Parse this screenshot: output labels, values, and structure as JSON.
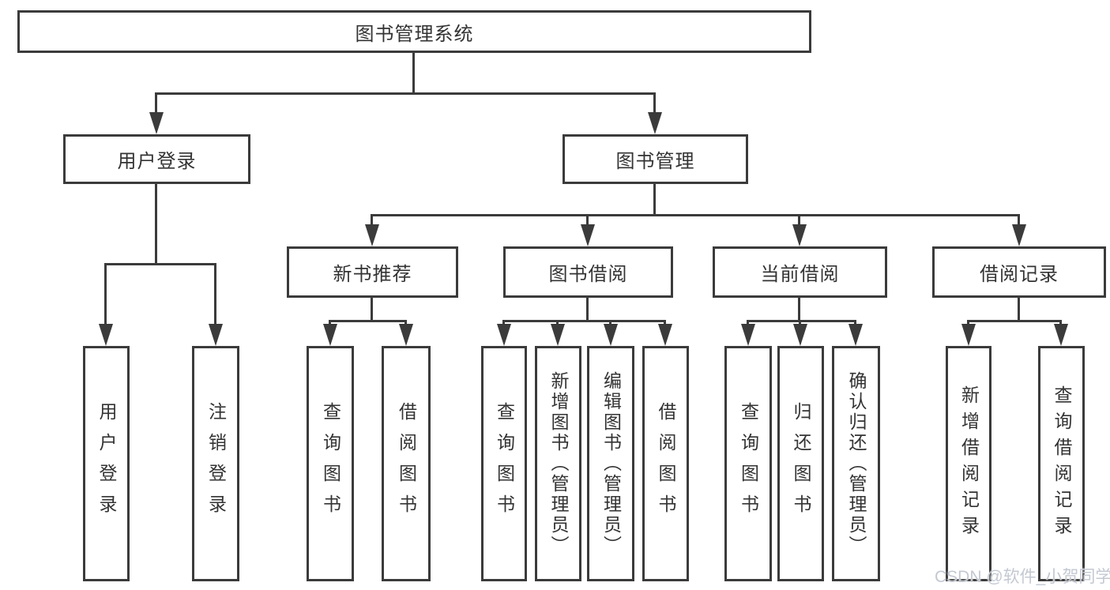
{
  "tree": {
    "root": {
      "label": "图书管理系统",
      "children": [
        {
          "label": "用户登录",
          "children": [
            {
              "label": "用户登录"
            },
            {
              "label": "注销登录"
            }
          ]
        },
        {
          "label": "图书管理",
          "children": [
            {
              "label": "新书推荐",
              "children": [
                {
                  "label": "查询图书"
                },
                {
                  "label": "借阅图书"
                }
              ]
            },
            {
              "label": "图书借阅",
              "children": [
                {
                  "label": "查询图书"
                },
                {
                  "label": "新增图书（管理员）"
                },
                {
                  "label": "编辑图书（管理员）"
                },
                {
                  "label": "借阅图书"
                }
              ]
            },
            {
              "label": "当前借阅",
              "children": [
                {
                  "label": "查询图书"
                },
                {
                  "label": "归还图书"
                },
                {
                  "label": "确认归还（管理员）"
                }
              ]
            },
            {
              "label": "借阅记录",
              "children": [
                {
                  "label": "新增借阅记录"
                },
                {
                  "label": "查询借阅记录"
                }
              ]
            }
          ]
        }
      ]
    }
  },
  "watermark": {
    "text": "CSDN @软件_小贺同学"
  },
  "colors": {
    "line": "#3b3b3b",
    "text": "#333333",
    "watermark": "#c3c8d2"
  }
}
